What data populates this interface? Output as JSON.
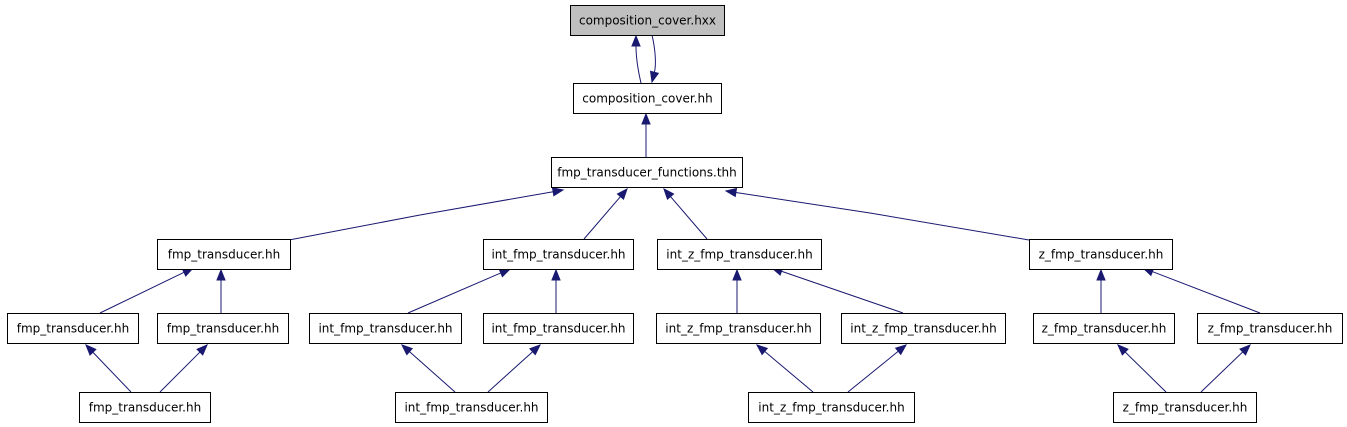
{
  "colors": {
    "root_fill": "#bfbfbf",
    "node_fill": "#ffffff",
    "border": "#000000",
    "edge": "#191970"
  },
  "graph": {
    "nodes": [
      {
        "id": "n0",
        "label": "composition_cover.hxx",
        "root": true
      },
      {
        "id": "n1",
        "label": "composition_cover.hh"
      },
      {
        "id": "n2",
        "label": "fmp_transducer_functions.thh"
      },
      {
        "id": "n3",
        "label": "fmp_transducer.hh"
      },
      {
        "id": "n4",
        "label": "int_fmp_transducer.hh"
      },
      {
        "id": "n5",
        "label": "int_z_fmp_transducer.hh"
      },
      {
        "id": "n6",
        "label": "z_fmp_transducer.hh"
      },
      {
        "id": "n7",
        "label": "fmp_transducer.hh"
      },
      {
        "id": "n8",
        "label": "fmp_transducer.hh"
      },
      {
        "id": "n9",
        "label": "int_fmp_transducer.hh"
      },
      {
        "id": "n10",
        "label": "int_fmp_transducer.hh"
      },
      {
        "id": "n11",
        "label": "int_z_fmp_transducer.hh"
      },
      {
        "id": "n12",
        "label": "int_z_fmp_transducer.hh"
      },
      {
        "id": "n13",
        "label": "z_fmp_transducer.hh"
      },
      {
        "id": "n14",
        "label": "z_fmp_transducer.hh"
      },
      {
        "id": "n15",
        "label": "fmp_transducer.hh"
      },
      {
        "id": "n16",
        "label": "int_fmp_transducer.hh"
      },
      {
        "id": "n17",
        "label": "int_z_fmp_transducer.hh"
      },
      {
        "id": "n18",
        "label": "z_fmp_transducer.hh"
      }
    ],
    "edges": [
      {
        "from": "n1",
        "to": "n0"
      },
      {
        "from": "n0",
        "to": "n1"
      },
      {
        "from": "n2",
        "to": "n1"
      },
      {
        "from": "n3",
        "to": "n2"
      },
      {
        "from": "n4",
        "to": "n2"
      },
      {
        "from": "n5",
        "to": "n2"
      },
      {
        "from": "n6",
        "to": "n2"
      },
      {
        "from": "n7",
        "to": "n3"
      },
      {
        "from": "n8",
        "to": "n3"
      },
      {
        "from": "n9",
        "to": "n4"
      },
      {
        "from": "n10",
        "to": "n4"
      },
      {
        "from": "n11",
        "to": "n5"
      },
      {
        "from": "n12",
        "to": "n5"
      },
      {
        "from": "n13",
        "to": "n6"
      },
      {
        "from": "n14",
        "to": "n6"
      },
      {
        "from": "n15",
        "to": "n7"
      },
      {
        "from": "n15",
        "to": "n8"
      },
      {
        "from": "n16",
        "to": "n9"
      },
      {
        "from": "n16",
        "to": "n10"
      },
      {
        "from": "n17",
        "to": "n11"
      },
      {
        "from": "n17",
        "to": "n12"
      },
      {
        "from": "n18",
        "to": "n13"
      },
      {
        "from": "n18",
        "to": "n14"
      }
    ]
  }
}
